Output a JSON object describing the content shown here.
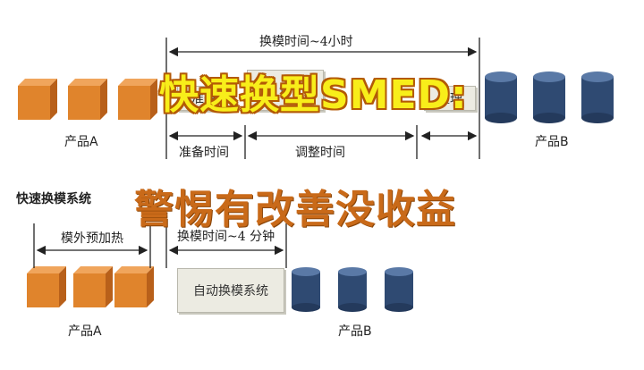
{
  "headline_top": "快速换型SMED:",
  "headline_bottom": "警惕有改善没收益",
  "traditional": {
    "total_time_label": "换模时间~4小时",
    "prep_box": "准备",
    "adjust_box": "调",
    "tidy_box": "整理",
    "prep_time_label": "准备时间",
    "adjust_time_label": "调整时间",
    "product_a_label": "产品A",
    "product_b_label": "产品B"
  },
  "fast": {
    "section_title": "快速换模系统",
    "preheat_label": "模外预加热",
    "change_time_label": "换模时间~4 分钟",
    "system_box": "自动换模系统",
    "product_a_label": "产品A",
    "product_b_label": "产品B"
  },
  "colors": {
    "cube": "#e0842c",
    "barrel": "#2f4a72",
    "headline_yellow": "#f8ee1a",
    "headline_orange": "#c96a19"
  }
}
